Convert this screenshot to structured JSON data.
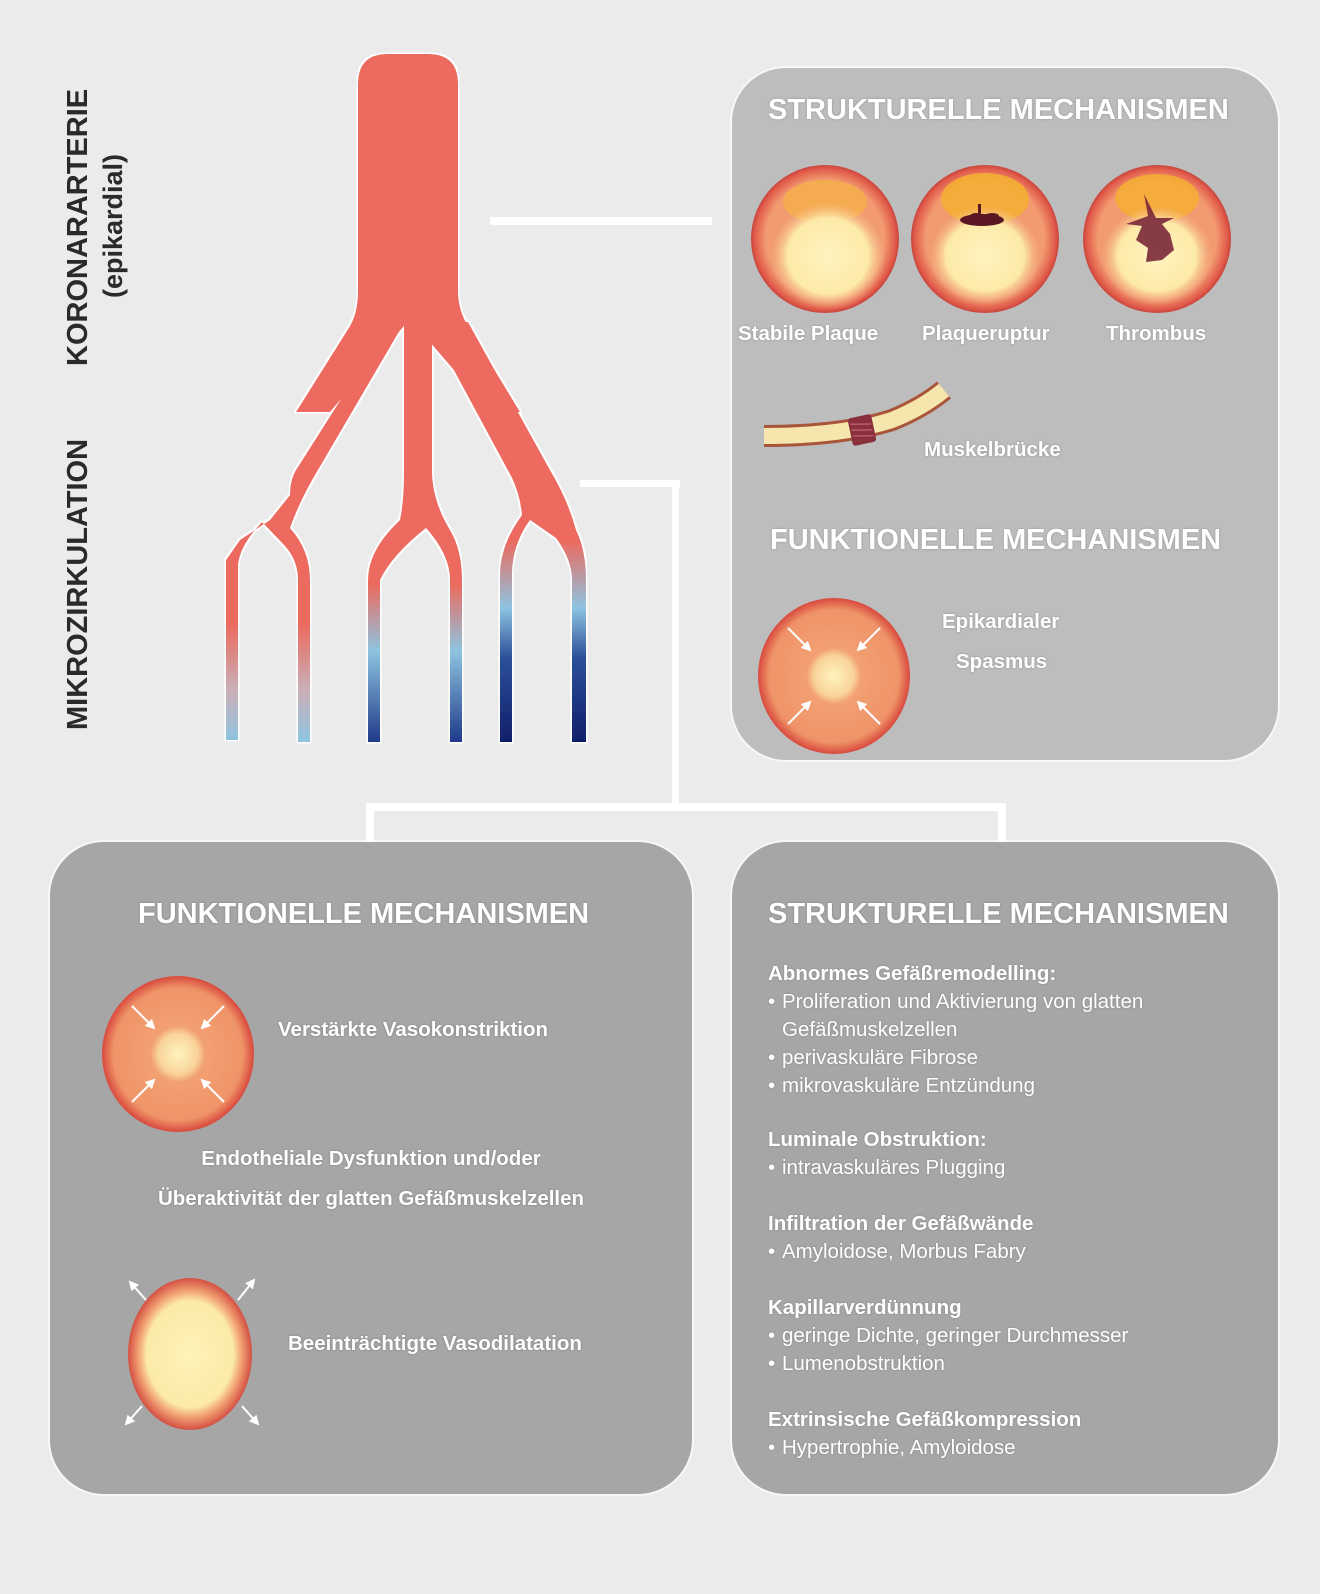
{
  "left_labels": {
    "coronary_artery": "KORONARARTERIE",
    "coronary_artery_sub": "(epikardial)",
    "microcirculation": "MIKROZIRKULATION"
  },
  "top_right_panel": {
    "structural_title": "STRUKTURELLE MECHANISMEN",
    "structural_items": [
      {
        "label": "Stabile Plaque",
        "icon": "stable-plaque-cross-section"
      },
      {
        "label": "Plaqueruptur",
        "icon": "plaque-rupture-cross-section"
      },
      {
        "label": "Thrombus",
        "icon": "thrombus-cross-section"
      }
    ],
    "muscle_bridge_label": "Muskelbrücke",
    "functional_title": "FUNKTIONELLE MECHANISMEN",
    "spasm_label_line1": "Epikardialer",
    "spasm_label_line2": "Spasmus"
  },
  "bottom_left_panel": {
    "title": "FUNKTIONELLE MECHANISMEN",
    "vasoconstriction_label": "Verstärkte Vasokonstriktion",
    "middle_text_line1": "Endotheliale Dysfunktion und/oder",
    "middle_text_line2": "Überaktivität der glatten Gefäßmuskelzellen",
    "vasodilation_label": "Beeinträchtigte Vasodilatation"
  },
  "bottom_right_panel": {
    "title": "STRUKTURELLE MECHANISMEN",
    "sections": [
      {
        "heading": "Abnormes Gefäßremodelling:",
        "items": [
          {
            "line1": "Proliferation und Aktivierung von glatten",
            "line2": "Gefäßmuskelzellen"
          },
          {
            "line1": "perivaskuläre Fibrose"
          },
          {
            "line1": "mikrovaskuläre Entzündung"
          }
        ]
      },
      {
        "heading": "Luminale Obstruktion:",
        "items": [
          {
            "line1": "intravaskuläres Plugging"
          }
        ]
      },
      {
        "heading": "Infiltration der Gefäßwände",
        "items": [
          {
            "line1": "Amyloidose, Morbus Fabry"
          }
        ]
      },
      {
        "heading": "Kapillarverdünnung",
        "items": [
          {
            "line1": "geringe Dichte, geringer Durchmesser"
          },
          {
            "line1": "Lumenobstruktion"
          }
        ]
      },
      {
        "heading": "Extrinsische Gefäßkompression",
        "items": [
          {
            "line1": "Hypertrophie, Amyloidose"
          }
        ]
      }
    ]
  },
  "colors": {
    "background": "#ebebeb",
    "vessel_red": "#ec6a5e",
    "vessel_blue_dark": "#1a2a78",
    "vessel_blue_light": "#8ec4e0",
    "panel_light": "#bdbdbd",
    "panel_dark": "#a6a6a6",
    "connector": "#ffffff"
  }
}
